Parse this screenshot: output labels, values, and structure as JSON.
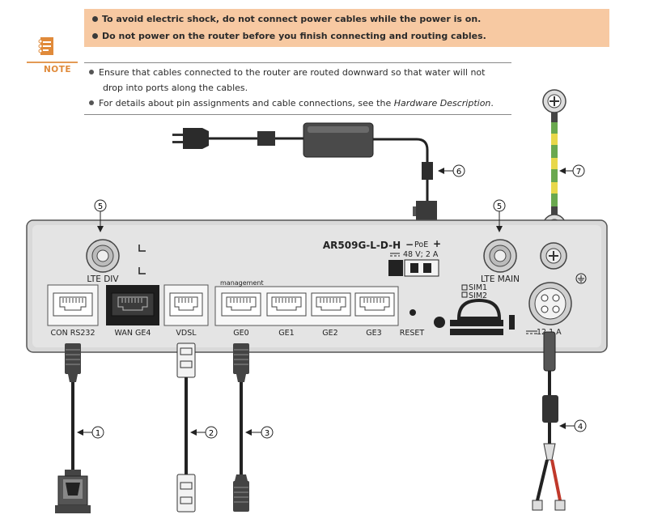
{
  "warning": {
    "items": [
      "To avoid electric shock, do not connect power cables while the power is on.",
      "Do not power on the router before you finish connecting and routing cables."
    ]
  },
  "note": {
    "label": "NOTE",
    "item1_line1": "Ensure that cables connected to the router are routed downward so that water will not",
    "item1_line2": "drop into ports along the cables.",
    "item2_prefix": "For details about pin assignments and cable connections, see the ",
    "item2_italic": "Hardware Description",
    "item2_suffix": "."
  },
  "device": {
    "model": "AR509G-L-D-H",
    "poe_label": "PoE",
    "poe_minus": "−",
    "poe_plus": "+",
    "power_rating": "48 V; 2 A",
    "dc_input_rating": "12    1 A",
    "management_label": "management",
    "antennas": {
      "left": "LTE DIV",
      "right": "LTE MAIN"
    },
    "sim": [
      "SIM1",
      "SIM2"
    ],
    "ports": [
      "CON RS232",
      "WAN GE4",
      "VDSL",
      "GE0",
      "GE1",
      "GE2",
      "GE3",
      "RESET"
    ]
  },
  "callouts": [
    "1",
    "2",
    "3",
    "4",
    "5",
    "5",
    "6",
    "7"
  ],
  "colors": {
    "warning_bg": "#f7c9a2",
    "note_accent": "#e08a3a",
    "chassis": "#d9d9d9",
    "chassis_outline": "#555555",
    "ground_green": "#6aa84f",
    "ground_yellow": "#e8d84a",
    "wire_red": "#c0392b"
  }
}
